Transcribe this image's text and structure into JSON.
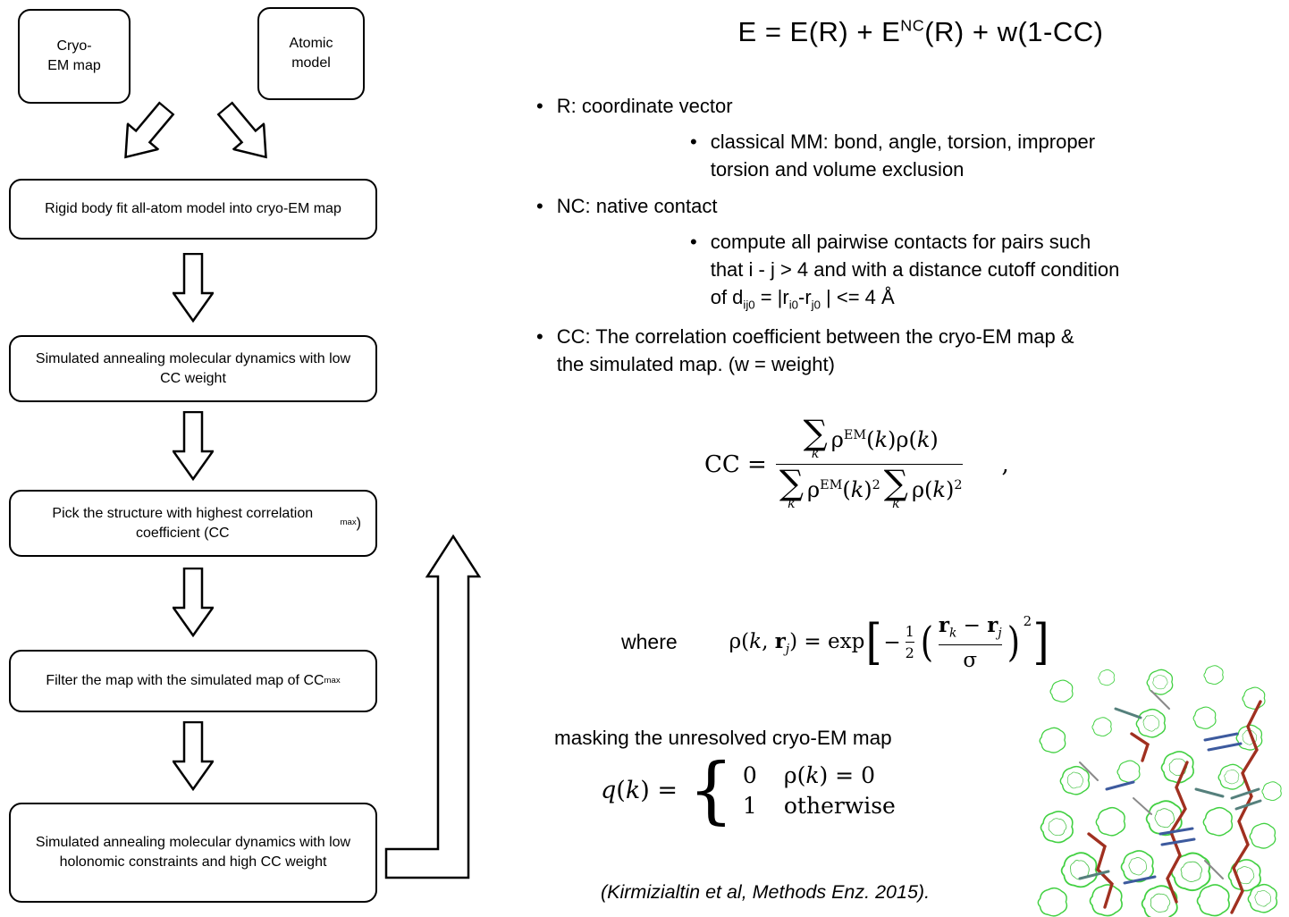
{
  "flowchart": {
    "cryo_box": "Cryo-<br>EM map",
    "atomic_box": "Atomic<br>model",
    "steps": [
      {
        "html": "Rigid body fit all-atom model into cryo-EM map"
      },
      {
        "html": "Simulated annealing molecular dynamics with low CC weight"
      },
      {
        "html": "Pick the structure with highest correlation coefficient (CC<sub>max</sub>)"
      },
      {
        "html": "Filter the map with the simulated map of CC<sub>max</sub>"
      },
      {
        "html": "Simulated annealing molecular dynamics with low holonomic constraints and high CC weight"
      }
    ]
  },
  "header_equation": "E = E(R) + E<sup>NC</sup>(R) + w(1-CC)",
  "bullets": [
    {
      "html": "R: coordinate vector"
    },
    {
      "html": "classical MM: bond, angle, torsion, improper<br>torsion and volume exclusion"
    },
    {
      "html": "NC: native contact"
    },
    {
      "html": "compute all pairwise contacts for pairs such<br>that i - j &gt; 4 and with a distance cutoff condition<br>of d<sub>ij0</sub> = |r<sub>i0</sub>-r<sub>j0</sub> | &lt;= 4 Å"
    },
    {
      "html": "CC: The correlation coefficient between the cryo-EM map &amp;<br>the simulated map. (w = weight)"
    }
  ],
  "cc_equation": {
    "lhs": "CC =",
    "sigma": "∑",
    "sigma_sub": "k",
    "numerator": "ρ<sup>EM</sup>(<i>k</i>)ρ(<i>k</i>)",
    "den_term1": "ρ<sup>EM</sup>(<i>k</i>)<sup>2</sup>",
    "den_term2": "ρ(<i>k</i>)<sup>2</sup>",
    "trailing_comma": ","
  },
  "where_label": "where",
  "rho_equation": {
    "lhs": "ρ(<i>k</i>, <b>r</b><sub><i>j</i></sub>) = exp",
    "open_bracket": "[",
    "minus": "−",
    "half_num": "1",
    "half_den": "2",
    "open_paren": "(",
    "frac_num": "<b>r</b><sub><i>k</i></sub> − <b>r</b><sub><i>j</i></sub>",
    "frac_den": "σ",
    "close_paren": ")",
    "exponent": "2",
    "close_bracket": "]"
  },
  "masking_label": "masking the unresolved cryo-EM map",
  "mask_equation": {
    "lhs": "<i>q</i>(<i>k</i>) =",
    "brace": "{",
    "rows": [
      {
        "value": "0",
        "condition": "ρ(<i>k</i>) = 0"
      },
      {
        "value": "1",
        "condition": "otherwise"
      }
    ]
  },
  "citation": "(Kirmizialtin et al, Methods Enz. 2015).",
  "colors": {
    "line": "#000000",
    "mesh_green": "#2ecc2e",
    "stick_red": "#a03020",
    "stick_blue": "#3d5a9e",
    "stick_teal": "#55807c"
  }
}
